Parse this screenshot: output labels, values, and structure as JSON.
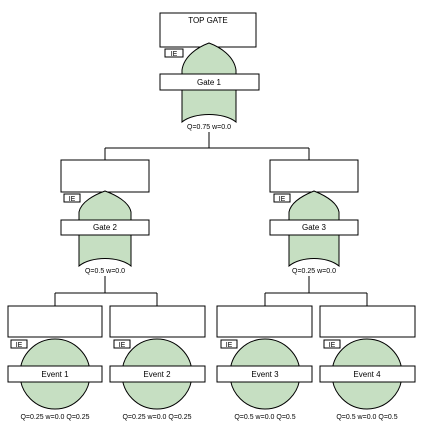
{
  "top": {
    "title": "TOP GATE",
    "gate_label": "Gate 1",
    "ie": "IE",
    "stats": "Q=0.75 w=0.0"
  },
  "gates": [
    {
      "id": "gate2",
      "gate_label": "Gate 2",
      "ie": "IE",
      "stats": "Q=0.5 w=0.0"
    },
    {
      "id": "gate3",
      "gate_label": "Gate 3",
      "ie": "IE",
      "stats": "Q=0.25 w=0.0"
    }
  ],
  "events": [
    {
      "id": "event1",
      "label": "Event 1",
      "ie": "IE",
      "stats": "Q=0.25 w=0.0 Q=0.25"
    },
    {
      "id": "event2",
      "label": "Event 2",
      "ie": "IE",
      "stats": "Q=0.25 w=0.0 Q=0.25"
    },
    {
      "id": "event3",
      "label": "Event 3",
      "ie": "IE",
      "stats": "Q=0.5 w=0.0 Q=0.5"
    },
    {
      "id": "event4",
      "label": "Event 4",
      "ie": "IE",
      "stats": "Q=0.5 w=0.0 Q=0.5"
    }
  ],
  "colors": {
    "shape_fill": "#c6dfc2",
    "stroke": "#000000",
    "box_fill": "#ffffff"
  }
}
